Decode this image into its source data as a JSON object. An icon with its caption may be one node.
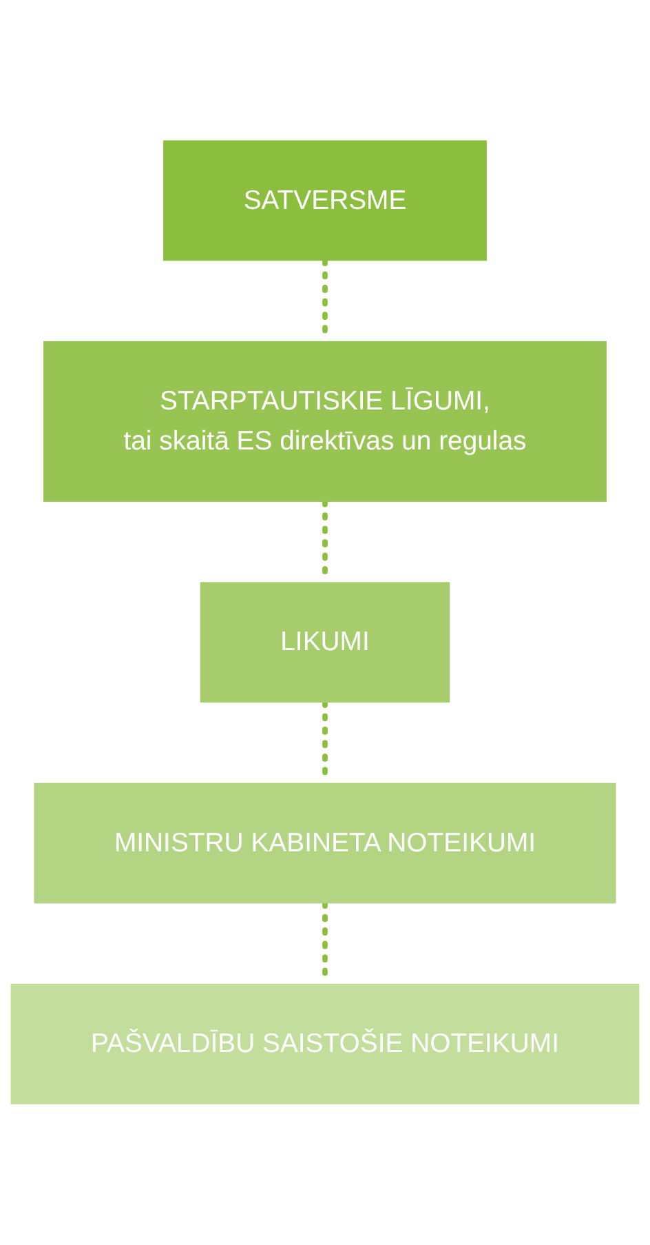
{
  "diagram": {
    "nodes": [
      {
        "text": [
          "SATVERSME"
        ]
      },
      {
        "text": [
          "STARPTAUTISKIE LĪGUMI,",
          "tai skaitā ES direktīvas un regulas"
        ]
      },
      {
        "text": [
          "LIKUMI"
        ]
      },
      {
        "text": [
          "MINISTRU KABINETA NOTEIKUMI"
        ]
      },
      {
        "text": [
          "PAŠVALDĪBU SAISTOŠIE NOTEIKUMI"
        ]
      }
    ],
    "edges": [
      {
        "from": 0,
        "to": 1,
        "arrow": "none",
        "style": "dashed"
      },
      {
        "from": 1,
        "to": 2,
        "arrow": "none",
        "style": "dashed"
      },
      {
        "from": 2,
        "to": 3,
        "arrow": "none",
        "style": "dashed"
      },
      {
        "from": 3,
        "to": 4,
        "arrow": "none",
        "style": "dashed"
      }
    ]
  }
}
